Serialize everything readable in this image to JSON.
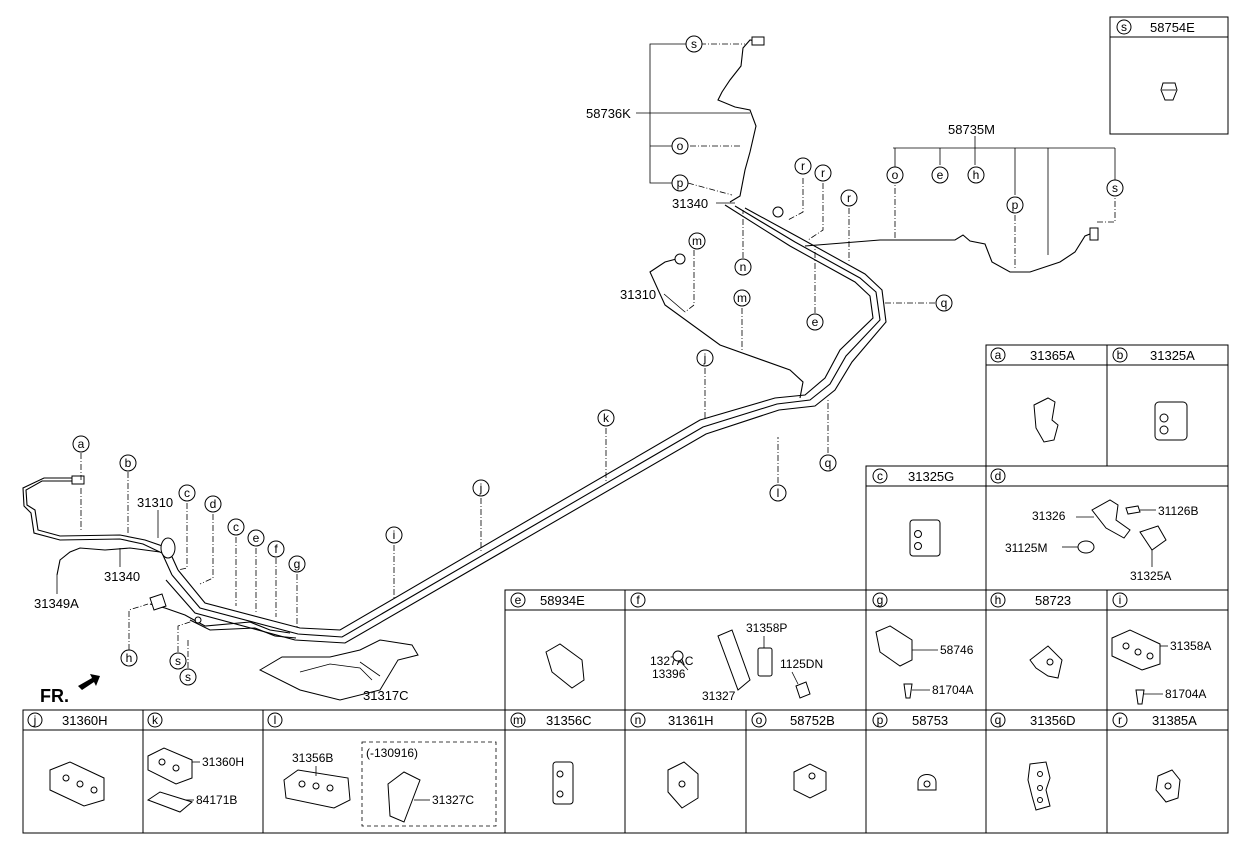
{
  "main_callouts": {
    "c_58736K": "58736K",
    "c_58735M": "58735M",
    "c_31340_top": "31340",
    "c_31310_mid": "31310",
    "c_31310_left": "31310",
    "c_31340_left": "31340",
    "c_31349A": "31349A",
    "c_31317C": "31317C",
    "fr_label": "FR."
  },
  "letters": {
    "a": "a",
    "b": "b",
    "c": "c",
    "d": "d",
    "e": "e",
    "f": "f",
    "g": "g",
    "h": "h",
    "i": "i",
    "j": "j",
    "k": "k",
    "l": "l",
    "m": "m",
    "n": "n",
    "o": "o",
    "p": "p",
    "q": "q",
    "r": "r",
    "s": "s"
  },
  "cells": {
    "s": {
      "part": "58754E"
    },
    "a": {
      "part": "31365A"
    },
    "b": {
      "part": "31325A"
    },
    "c": {
      "part": "31325G"
    },
    "d": {
      "p1": "31326",
      "p2": "31126B",
      "p3": "31125M",
      "p4": "31325A"
    },
    "e": {
      "part": "58934E"
    },
    "f": {
      "p1": "31358P",
      "p2": "1327AC",
      "p3": "13396",
      "p4": "1125DN",
      "p5": "31327"
    },
    "g": {
      "p1": "58746",
      "p2": "81704A"
    },
    "h": {
      "part": "58723"
    },
    "i": {
      "p1": "31358A",
      "p2": "81704A"
    },
    "j": {
      "part": "31360H"
    },
    "k": {
      "p1": "31360H",
      "p2": "84171B"
    },
    "l": {
      "p1": "31356B",
      "p2": "(-130916)",
      "p3": "31327C"
    },
    "m": {
      "part": "31356C"
    },
    "n": {
      "part": "31361H"
    },
    "o": {
      "part": "58752B"
    },
    "p": {
      "part": "58753"
    },
    "q": {
      "part": "31356D"
    },
    "r": {
      "part": "31385A"
    }
  }
}
